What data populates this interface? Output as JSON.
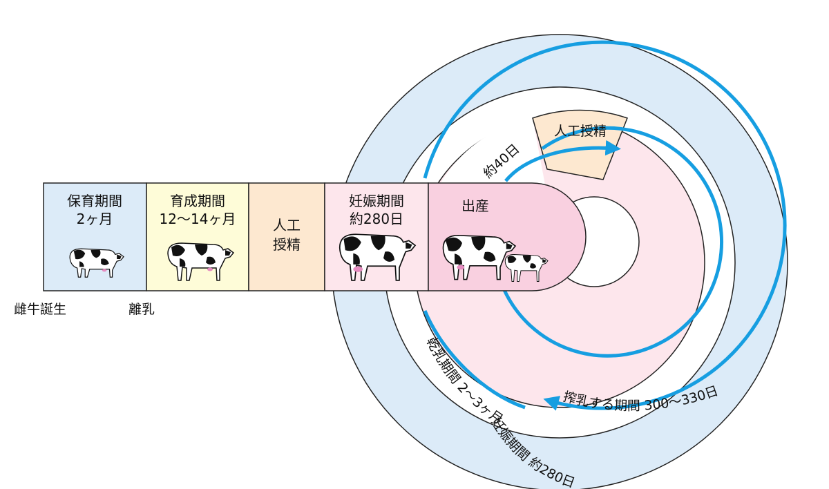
{
  "colors": {
    "milking": "#dcebf8",
    "pregnancy": "#fde6ec",
    "insemination": "#fde8d0",
    "nursing": "#dcebf8",
    "rearing": "#fefcd8",
    "birth": "#f9d0e0",
    "arrow": "#169ee1",
    "line": "#222222"
  },
  "stages": {
    "nursing": {
      "title": "保育期間",
      "duration": "2ヶ月"
    },
    "rearing": {
      "title": "育成期間",
      "duration": "12〜14ヶ月"
    },
    "insemination": {
      "line1": "人工",
      "line2": "授精"
    },
    "pregnancy": {
      "title": "妊娠期間",
      "duration": "約280日"
    },
    "birth": {
      "title": "出産"
    }
  },
  "milestones": {
    "calf_birth": "雌牛誕生",
    "weaning": "離乳"
  },
  "cycle": {
    "insemination": "人工授精",
    "days_40": "約40日",
    "pregnancy": "妊娠期間 約280日",
    "dry_period": "乾乳期間 2〜3ヶ月",
    "milking_period": "搾乳する期間 300〜330日"
  },
  "icons": [
    "cow-calf-icon",
    "cow-heifer-icon",
    "cow-pregnant-icon",
    "cow-mother-icon",
    "cow-newborn-icon"
  ]
}
